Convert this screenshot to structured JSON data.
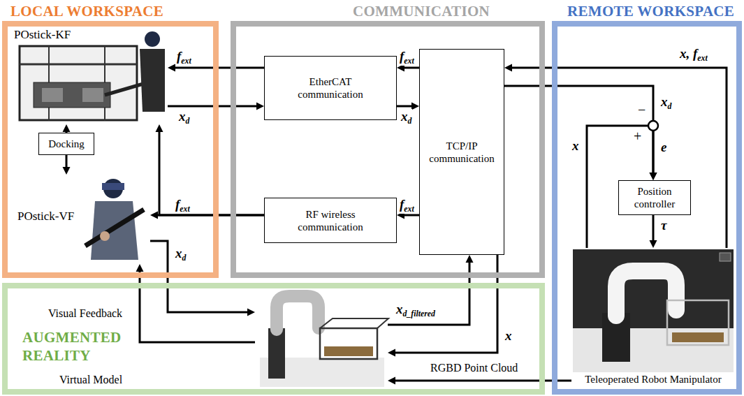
{
  "diagram": {
    "nodes": [
      {
        "text": [
          "LOCAL WORKSPACE"
        ]
      },
      {
        "text": [
          "POstick-KF"
        ],
        "in": 0
      },
      {
        "text": [
          "Docking"
        ],
        "in": 0
      },
      {
        "text": [
          "POstick-VF"
        ],
        "in": 0
      },
      {
        "text": [
          "COMMUNICATION"
        ]
      },
      {
        "text": [
          "EtherCAT communication"
        ],
        "in": 4
      },
      {
        "text": [
          "RF wireless communication"
        ],
        "in": 4
      },
      {
        "text": [
          "TCP/IP communication"
        ],
        "in": 4
      },
      {
        "text": [
          "REMOTE WORKSPACE"
        ]
      },
      {
        "text": [
          "Position controller"
        ],
        "in": 8
      },
      {
        "text": [
          "Teleoperated Robot Manipulator"
        ],
        "in": 8
      },
      {
        "text": [
          "AUGMENTED REALITY"
        ]
      },
      {
        "text": [
          "Virtual Model"
        ],
        "in": 11
      }
    ],
    "edges": [
      {
        "from": 1,
        "to": 5,
        "arrow": "to",
        "label": "xd"
      },
      {
        "from": 5,
        "to": 1,
        "arrow": "to",
        "label": "fext"
      },
      {
        "from": 7,
        "to": 5,
        "arrow": "to",
        "label": "fext"
      },
      {
        "from": 5,
        "to": 7,
        "arrow": "to",
        "label": "xd"
      },
      {
        "from": 2,
        "to": 1,
        "arrow": "to"
      },
      {
        "from": 2,
        "to": 3,
        "arrow": "to"
      },
      {
        "from": 7,
        "to": 6,
        "arrow": "to",
        "label": "fext"
      },
      {
        "from": 6,
        "to": 1,
        "arrow": "to",
        "label": "fext"
      },
      {
        "from": 6,
        "to": 3,
        "arrow": "to"
      },
      {
        "from": 3,
        "to": 12,
        "arrow": "to",
        "label": "xd"
      },
      {
        "from": 12,
        "to": 3,
        "arrow": "to",
        "label": "Visual Feedback"
      },
      {
        "from": 12,
        "to": 7,
        "arrow": "to",
        "label": "xd_filtered"
      },
      {
        "from": 7,
        "to": 12,
        "arrow": "to",
        "label": "x"
      },
      {
        "from": 10,
        "to": 12,
        "arrow": "to",
        "label": "RGBD Point Cloud"
      },
      {
        "from": 7,
        "to": 9,
        "arrow": "to",
        "label": "xd"
      },
      {
        "from": 10,
        "to": 9,
        "arrow": "to",
        "label": "x"
      },
      {
        "from": 9,
        "to": 10,
        "arrow": "to",
        "label": "τ"
      },
      {
        "from": 10,
        "to": 7,
        "arrow": "to",
        "label": "x, fext"
      }
    ],
    "labels": [
      "−",
      "+",
      "e"
    ]
  }
}
